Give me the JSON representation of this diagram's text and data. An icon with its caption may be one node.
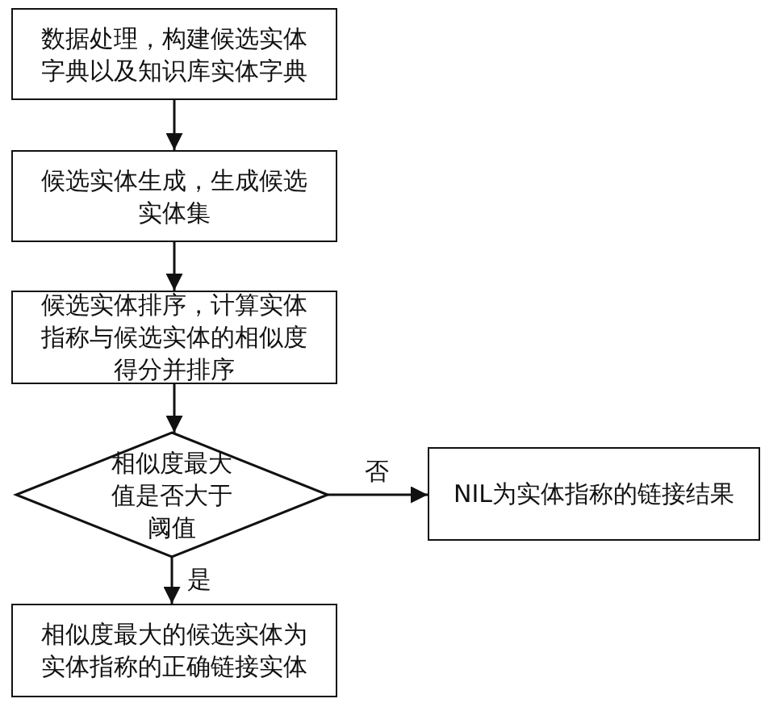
{
  "diagram": {
    "nodes": [
      {
        "text": [
          "数据处理，构建候选实体字典以及知识库实体字典"
        ]
      },
      {
        "text": [
          "候选实体生成，生成候选实体集"
        ]
      },
      {
        "text": [
          "候选实体排序，计算实体指称与候选实体的相似度得分并排序"
        ]
      },
      {
        "text": [
          "相似度最大值是否大于阈值"
        ]
      },
      {
        "text": [
          "NIL为实体指称的链接结果"
        ]
      },
      {
        "text": [
          "相似度最大的候选实体为实体指称的正确链接实体"
        ]
      }
    ],
    "edges": [
      {
        "from": 0,
        "to": 1,
        "arrow": "to"
      },
      {
        "from": 1,
        "to": 2,
        "arrow": "to"
      },
      {
        "from": 2,
        "to": 3,
        "arrow": "to"
      },
      {
        "from": 3,
        "to": 4,
        "arrow": "to",
        "label": "否"
      },
      {
        "from": 3,
        "to": 5,
        "arrow": "to",
        "label": "是"
      }
    ]
  }
}
